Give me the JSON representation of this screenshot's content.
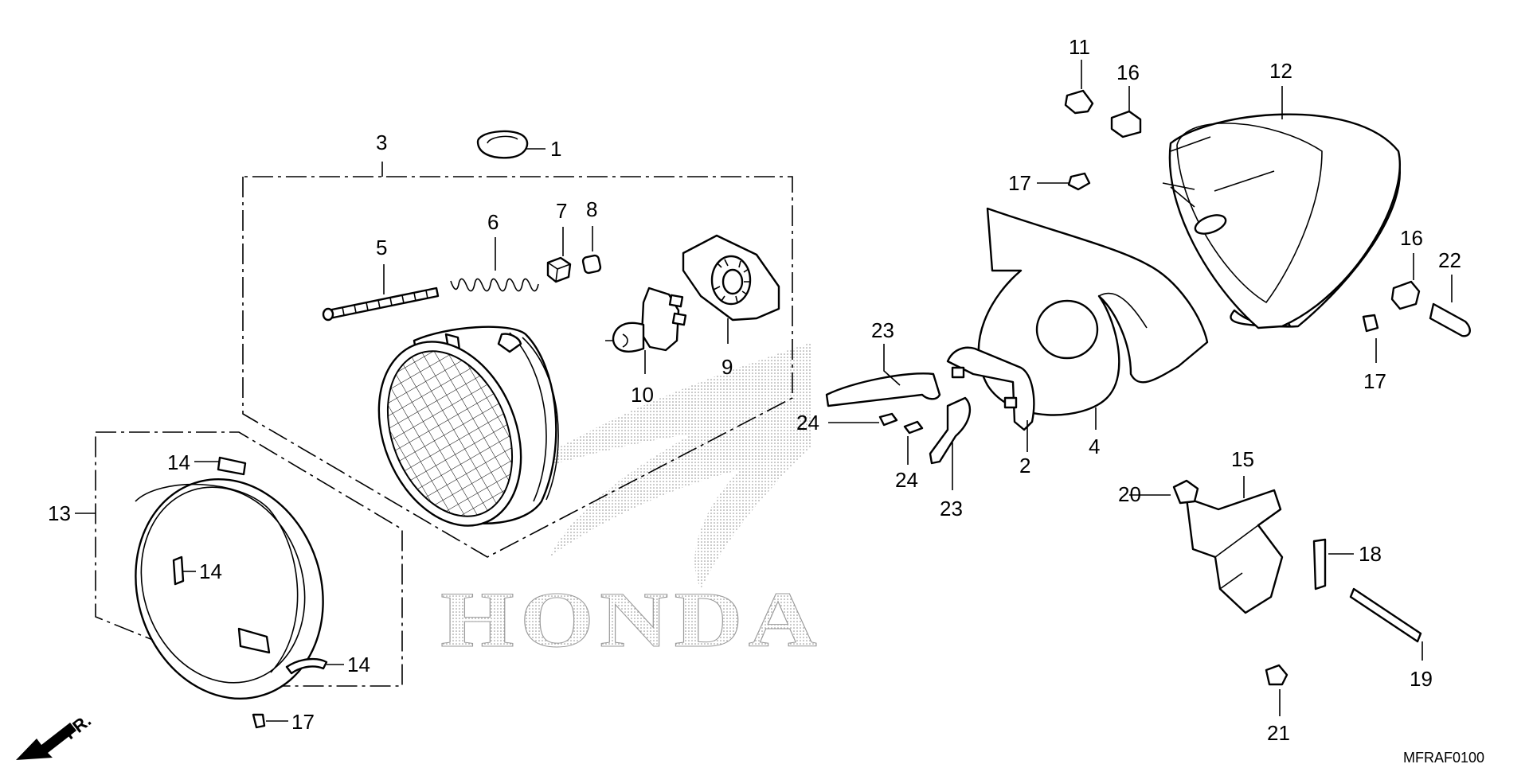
{
  "diagram_code": "MFRAF0100",
  "direction_label": "FR.",
  "watermark_text": "HONDA",
  "callouts": {
    "c1": "1",
    "c2": "2",
    "c3": "3",
    "c4": "4",
    "c5": "5",
    "c6": "6",
    "c7": "7",
    "c8": "8",
    "c9": "9",
    "c10": "10",
    "c11": "11",
    "c12": "12",
    "c13": "13",
    "c14a": "14",
    "c14b": "14",
    "c14c": "14",
    "c15": "15",
    "c16a": "16",
    "c16b": "16",
    "c17a": "17",
    "c17b": "17",
    "c17c": "17",
    "c18": "18",
    "c19": "19",
    "c20": "20",
    "c21": "21",
    "c22": "22",
    "c23a": "23",
    "c23b": "23",
    "c24a": "24",
    "c24b": "24"
  },
  "icons": {
    "direction_arrow": "arrow-down-left-icon"
  }
}
